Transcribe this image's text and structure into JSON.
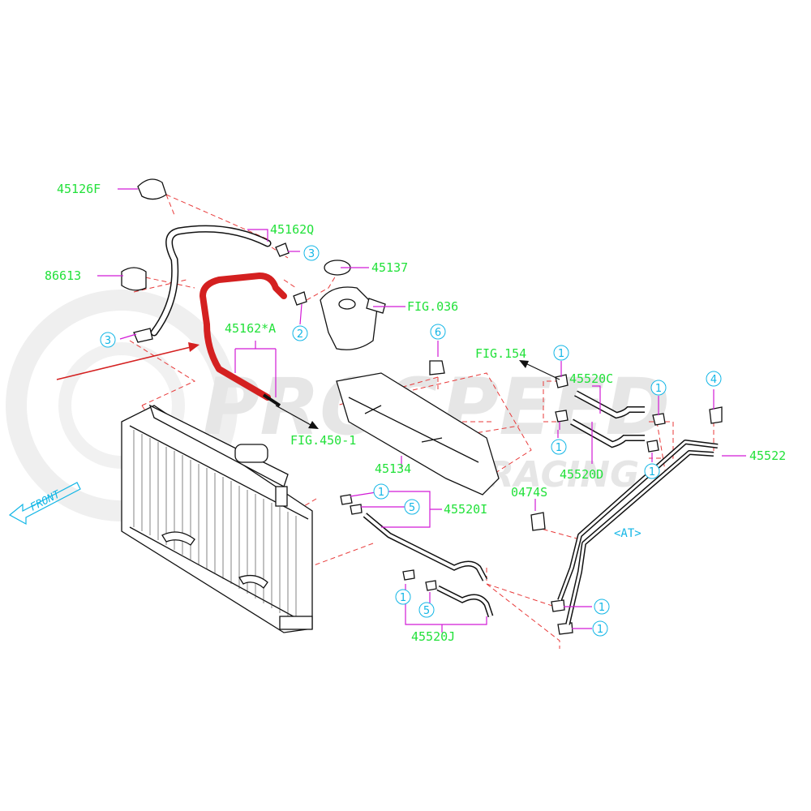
{
  "labels": {
    "p45126F": "45126F",
    "p45162Q": "45162Q",
    "p86613": "86613",
    "p45137": "45137",
    "fig036": "FIG.036",
    "p45162A": "45162*A",
    "fig450": "FIG.450-1",
    "p45134": "45134",
    "fig154": "FIG.154",
    "p45520C": "45520C",
    "p45520D": "45520D",
    "p45522": "45522",
    "p0474S": "0474S",
    "at": "<AT>",
    "p45520I": "45520I",
    "p45520J": "45520J",
    "front": "FRONT"
  },
  "callouts": {
    "one": "1",
    "two": "2",
    "three": "3",
    "four": "4",
    "five": "5",
    "six": "6"
  },
  "watermark": {
    "line1": "PROSPEED",
    "line2": "RACING"
  },
  "colors": {
    "part_label": "#22e13a",
    "leader": "#d21ad6",
    "callout": "#12b6e6",
    "highlight": "#d42020",
    "dashed": "#e83a3a"
  }
}
